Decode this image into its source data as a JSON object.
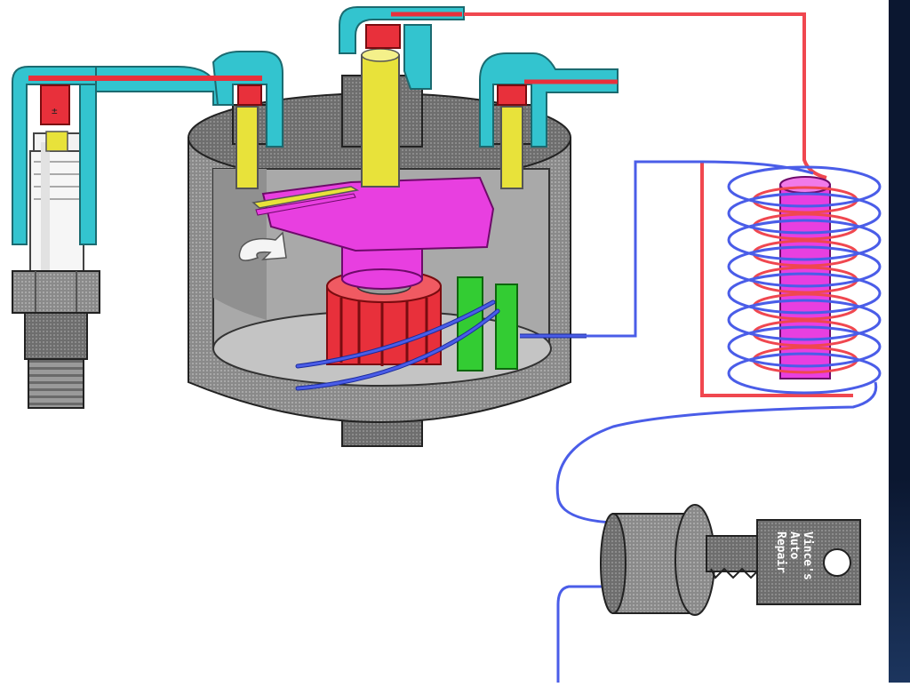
{
  "diagram": {
    "key_tag_lines": [
      "Vince's",
      "Auto",
      "Repair"
    ]
  },
  "colors": {
    "high_tension_wire": "#f0474f",
    "primary_wire": "#4a5de8",
    "boot_insulation": "#33c4cf",
    "rotor": "#e83fe0",
    "reluctor": "#e8303b",
    "pickup": "#33cc33",
    "terminal": "#e8e23a",
    "housing": "#8d8d8d",
    "background": "#ffffff",
    "side_panel": "#0b1730"
  }
}
